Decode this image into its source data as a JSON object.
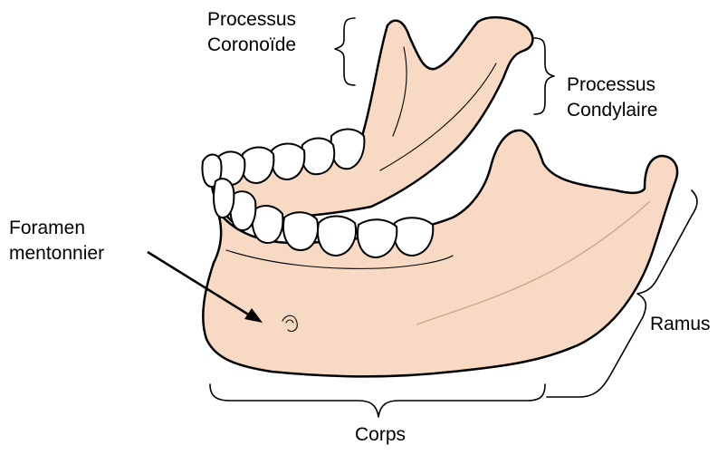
{
  "labels": {
    "processus_coronoide": [
      "Processus",
      "Coronoïde"
    ],
    "processus_condylaire": [
      "Processus",
      "Condylaire"
    ],
    "foramen_mentonnier": [
      "Foramen",
      "mentonnier"
    ],
    "ramus": "Ramus",
    "corps": "Corps"
  },
  "colors": {
    "bone": "#f8d9c3",
    "tooth": "#ffffff",
    "outline": "#000000"
  }
}
